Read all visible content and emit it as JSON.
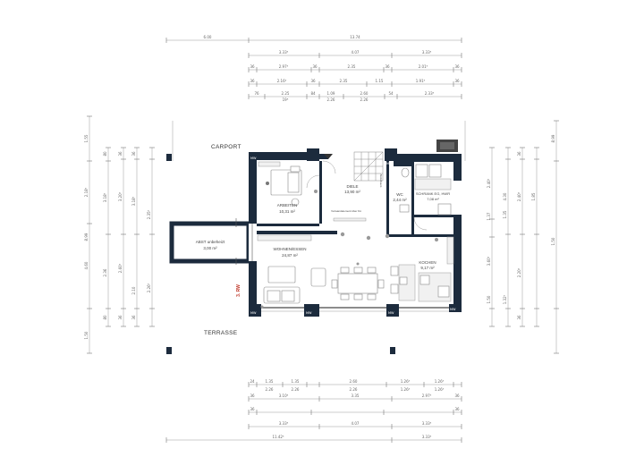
{
  "labels": {
    "carport": "CARPORT",
    "terrasse": "TERRASSE",
    "arbeiten": "ARBEITEN",
    "arbeiten_area": "10,31 m²",
    "diele": "DIELE",
    "diele_area": "13,90 m²",
    "wc": "WC",
    "wc_area": "2,44 m²",
    "schrank": "SCHRANK EG, HWR",
    "schrank_area": "7,08 m²",
    "wohnen": "WOHNEN/ESSEN",
    "wohnen_area": "24,87 m²",
    "kochen": "KOCHEN",
    "kochen_area": "9,17 m²",
    "abst": "ABST unbeheizt",
    "abst_area": "3,00 m²",
    "entrance": "3. RW",
    "stair_note": "Abstellraum",
    "door_note": "Vorwandelement über Kü"
  },
  "dims": {
    "top": {
      "r1": [
        "6.00",
        "13.74"
      ],
      "r2": [
        "3.33⁵",
        "4.07",
        "3.33⁵"
      ],
      "r3": [
        "36",
        "2.97⁵",
        "36",
        "2.35",
        "36",
        "2.01⁵",
        "36"
      ],
      "r4": [
        "36",
        "2.16⁵",
        "36",
        "2.35",
        "1.15",
        "1.91⁵",
        "36"
      ],
      "r5": [
        "76",
        "2.25",
        "84",
        "1.09",
        "2.60",
        "54",
        "2.33⁵"
      ],
      "r5b": [
        "19⁵",
        "2.26",
        "2.26"
      ]
    },
    "bottom": {
      "r1": [
        "24",
        "1.35",
        "1.35",
        "2.60",
        "1.26⁵",
        "1.26⁵"
      ],
      "r1b": [
        "2.26",
        "2.26",
        "2.26",
        "1.26⁵",
        "1.26⁵"
      ],
      "r2": [
        "36",
        "3.10⁵",
        "3.35",
        "2.97⁵",
        "36"
      ],
      "r3": [
        "36",
        "3.33⁵",
        "4.07",
        "3.33⁵",
        "36"
      ],
      "r4": [
        "11.42⁵",
        "3.33⁵"
      ]
    },
    "left": {
      "a": [
        "1.55",
        "2.18⁵",
        "8.99",
        "4.60",
        "1.50"
      ],
      "b": [
        "80",
        "3.18⁵",
        "2.36",
        "80"
      ],
      "c": [
        "36",
        "3.20⁵",
        "2.60⁵",
        "36"
      ],
      "d": [
        "36",
        "3.18⁵",
        "2.10",
        "36"
      ],
      "e": [
        "2.35⁵",
        "2.26⁵"
      ]
    },
    "right": {
      "a": [
        "2.40⁵",
        "1.37",
        "3.60⁵",
        "1.50"
      ],
      "b": [
        "1.35",
        "4.30",
        "1.32⁵"
      ],
      "c": [
        "36",
        "2.40⁵",
        "2.20⁵",
        "36"
      ],
      "d": [
        "1.85",
        "8.99",
        "1.50"
      ]
    }
  },
  "colors": {
    "wall": "#1c2b3d",
    "accent": "#c0392b"
  }
}
